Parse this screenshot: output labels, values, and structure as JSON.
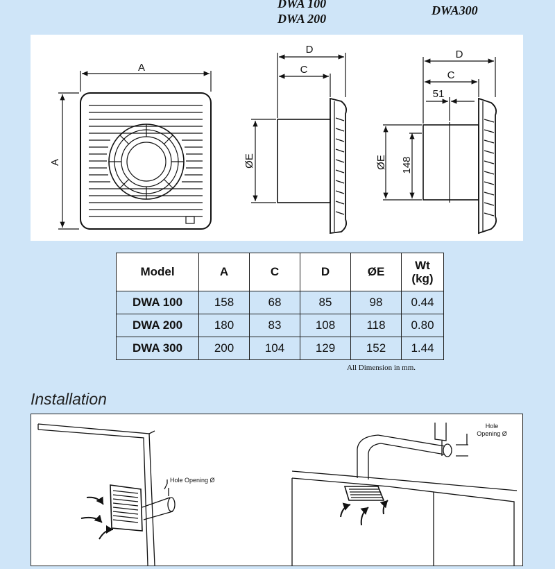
{
  "models_header": {
    "left": [
      "DWA 100",
      "DWA 200"
    ],
    "right": "DWA300"
  },
  "drawing": {
    "front_width_label": "A",
    "front_height_label": "A",
    "side1_D": "D",
    "side1_C": "C",
    "side1_diameter": "ØE",
    "side2_D": "D",
    "side2_C": "C",
    "side2_offset": "51",
    "side2_diameter": "ØE",
    "side2_height": "148"
  },
  "table": {
    "headers": [
      "Model",
      "A",
      "C",
      "D",
      "ØE",
      "Wt\n(kg)"
    ],
    "rows": [
      [
        "DWA 100",
        "158",
        "68",
        "85",
        "98",
        "0.44"
      ],
      [
        "DWA 200",
        "180",
        "83",
        "108",
        "118",
        "0.80"
      ],
      [
        "DWA 300",
        "200",
        "104",
        "129",
        "152",
        "1.44"
      ]
    ],
    "header_color": "#ffffff",
    "row_color": "#cfe5f8"
  },
  "dimension_note": "All Dimension in mm.",
  "installation": {
    "title": "Installation",
    "label_left": "Hole Opening Ø",
    "label_right_line1": "Hole",
    "label_right_line2": "Opening Ø"
  }
}
